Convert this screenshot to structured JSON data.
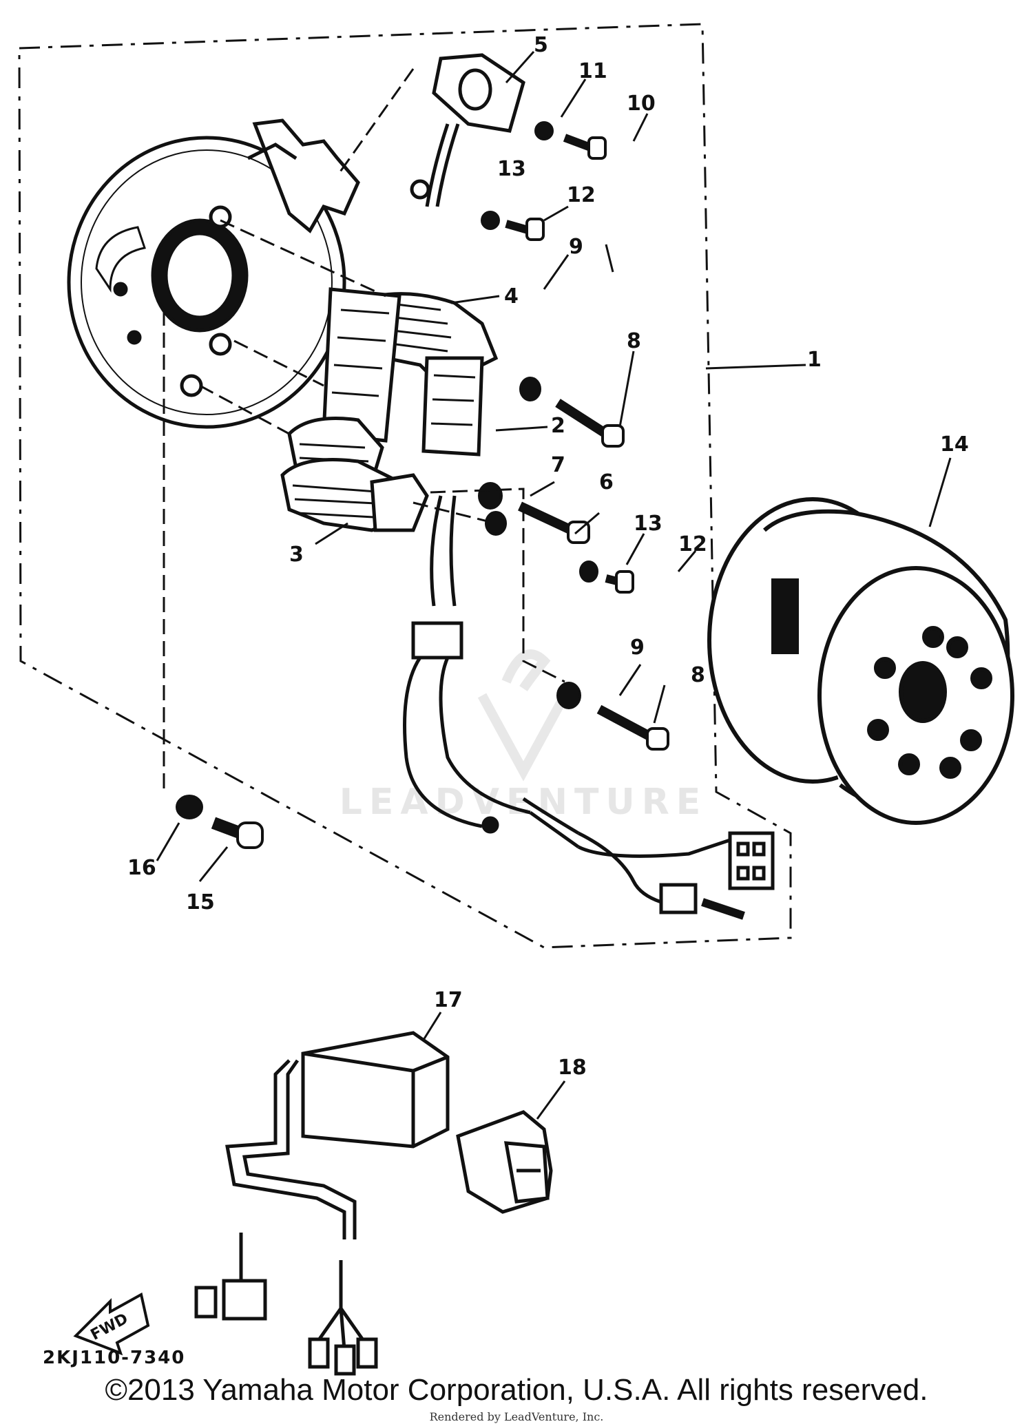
{
  "callouts": [
    {
      "id": "c1",
      "text": "1"
    },
    {
      "id": "c2",
      "text": "2"
    },
    {
      "id": "c3",
      "text": "3"
    },
    {
      "id": "c4",
      "text": "4"
    },
    {
      "id": "c5",
      "text": "5"
    },
    {
      "id": "c6",
      "text": "6"
    },
    {
      "id": "c7",
      "text": "7"
    },
    {
      "id": "c8a",
      "text": "8"
    },
    {
      "id": "c8b",
      "text": "8"
    },
    {
      "id": "c9a",
      "text": "9"
    },
    {
      "id": "c9b",
      "text": "9"
    },
    {
      "id": "c10",
      "text": "10"
    },
    {
      "id": "c11",
      "text": "11"
    },
    {
      "id": "c12a",
      "text": "12"
    },
    {
      "id": "c12b",
      "text": "12"
    },
    {
      "id": "c13a",
      "text": "13"
    },
    {
      "id": "c13b",
      "text": "13"
    },
    {
      "id": "c14",
      "text": "14"
    },
    {
      "id": "c15",
      "text": "15"
    },
    {
      "id": "c16",
      "text": "16"
    },
    {
      "id": "c17",
      "text": "17"
    },
    {
      "id": "c18",
      "text": "18"
    }
  ],
  "fwd_label": "FWD",
  "diagram_code": "2KJ110-7340",
  "watermark": "LEADVENTURE",
  "copyright": "©2013 Yamaha Motor Corporation, U.S.A. All rights reserved.",
  "rendered_by": "Rendered by LeadVenture, Inc."
}
